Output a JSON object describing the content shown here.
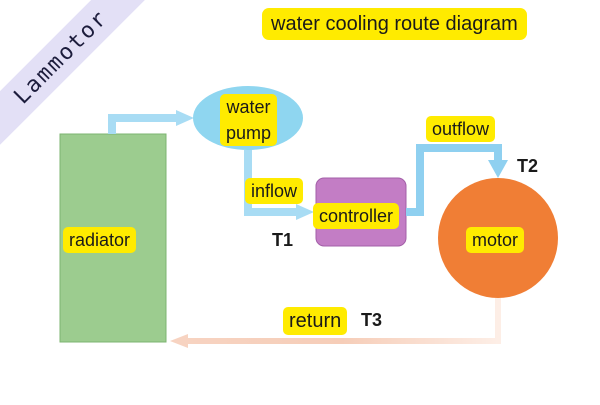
{
  "title": "water cooling route diagram",
  "brand": "Lammotor",
  "nodes": {
    "radiator": "radiator",
    "water_pump": "water\npump",
    "controller": "controller",
    "motor": "motor"
  },
  "edges": {
    "inflow": "inflow",
    "outflow": "outflow",
    "return": "return"
  },
  "sensors": {
    "t1": "T1",
    "t2": "T2",
    "t3": "T3"
  },
  "colors": {
    "radiator": "#9ccc8f",
    "water_pump": "#8fd6f0",
    "controller": "#c37dc5",
    "motor": "#f07e35",
    "pipe_cold": "#8fd0f0",
    "pipe_return": "#f7d2bf",
    "label_bg": "#ffeb00"
  }
}
